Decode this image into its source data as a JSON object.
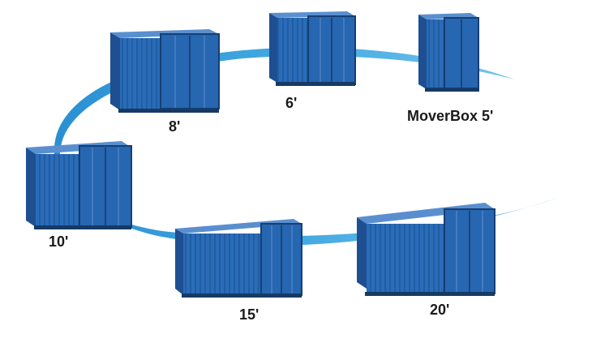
{
  "labels": {
    "c8": "8'",
    "c6": "6'",
    "mover": "MoverBox 5'",
    "c10": "10'",
    "c15": "15'",
    "c20": "20'"
  },
  "colors": {
    "swoosh": "#2c9ad8",
    "container_front": "#2766b0",
    "container_side": "#1d4f91",
    "container_top": "#5a8fcf",
    "label": "#1a1a1a"
  }
}
